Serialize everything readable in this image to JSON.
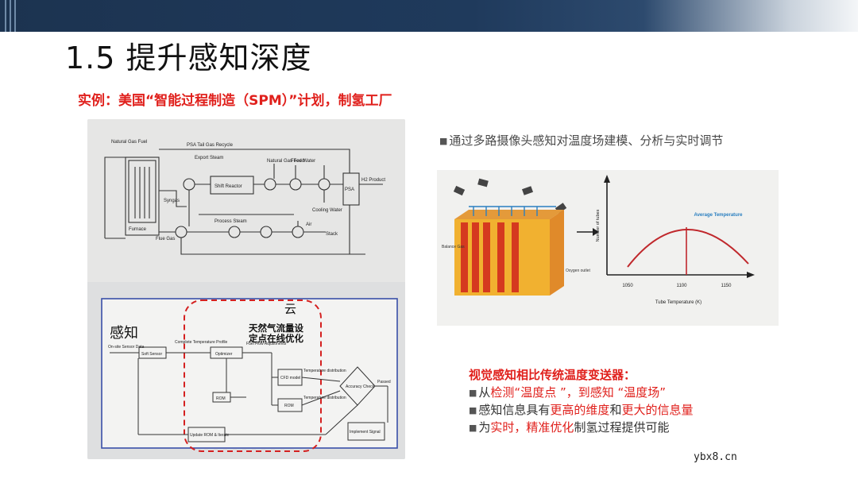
{
  "slide": {
    "title": "1.5 提升感知深度",
    "subtitle": "实例：美国“智能过程制造（SPM）”计划，制氢工厂"
  },
  "photo_diagram": {
    "top_labels": {
      "natural_gas_fuel": "Natural Gas Fuel",
      "psa_tail_gas": "PSA Tail Gas Recycle",
      "export_steam": "Export Steam",
      "shift_reactor": "Shift Reactor",
      "natural_gas_feed": "Natural Gas Feed",
      "feed_water": "Feed Water",
      "psa": "PSA",
      "h2_product": "H2 Product",
      "syngas": "Syngas",
      "cooling_water": "Cooling Water",
      "process_steam": "Process Steam",
      "furnace": "Furnace",
      "flue_gas": "Flue Gas",
      "air": "Air",
      "stack": "Stack"
    },
    "bottom_labels": {
      "perception": "感知",
      "cloud": "云",
      "on_site": "On-site Sensor Data",
      "soft_sensor": "Soft Sensor",
      "complete_temp": "Complete Temperature Profile",
      "optimizer": "Optimizer",
      "rom1": "ROM",
      "fuel_flow": "Fuel Flow Adjustments",
      "handwritten": "天然气流量设定点在线优化",
      "cfd_model": "CFD model",
      "rom2": "ROM",
      "temp_dist1": "Temperature distribution",
      "temp_dist2": "Temperature distribution",
      "accuracy_check": "Accuracy Check",
      "passed": "Passed",
      "implement": "Implement Signal",
      "update_rom": "Update ROM & Iterate"
    }
  },
  "bullet_top": "通过多路摄像头感知对温度场建模、分析与实时调节",
  "figure": {
    "y_label": "Number of tubes",
    "x_label": "Tube Temperature (K)",
    "ticks": [
      "1050",
      "1100",
      "1150"
    ],
    "legend": "Average Temperature",
    "left_labels": [
      "Balance Gas",
      "Oxygen outlet"
    ]
  },
  "compare": {
    "title": "视觉感知相比传统温度变送器：",
    "line1": {
      "a": "从",
      "b": "检测“温度点 ”，到感知 “温度场”"
    },
    "line2": {
      "a": "感知信息具有",
      "b": "更高的维度",
      "c": "和",
      "d": "更大的信息量"
    },
    "line3": {
      "a": "为",
      "b": "实时，精准优化",
      "c": "制氢过程提供可能"
    }
  },
  "watermark": "ybx8.cn",
  "colors": {
    "accent_red": "#e0201c",
    "header_navy": "#1c3350",
    "curve": "#c0282c",
    "legend_blue": "#2a7fc0"
  }
}
